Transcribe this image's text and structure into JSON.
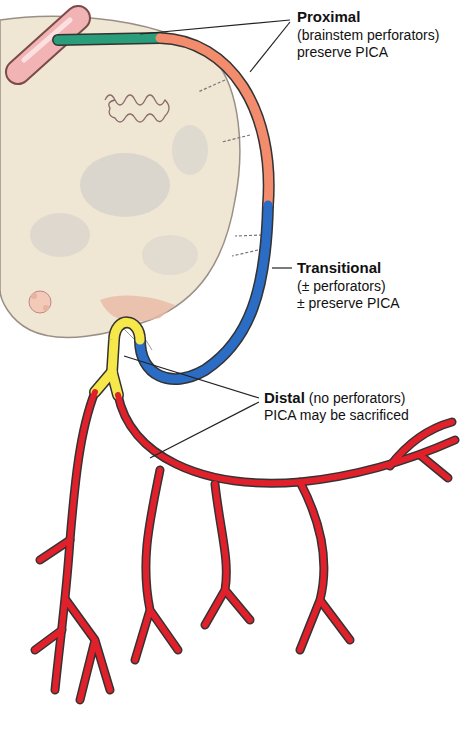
{
  "diagram": {
    "labels": [
      "Proximal",
      "(brainstem perforators)",
      "preserve PICA",
      "Transitional",
      "(± perforators)",
      "± preserve PICA",
      "Distal",
      "(no perforators)",
      "PICA may be sacrificed"
    ]
  }
}
